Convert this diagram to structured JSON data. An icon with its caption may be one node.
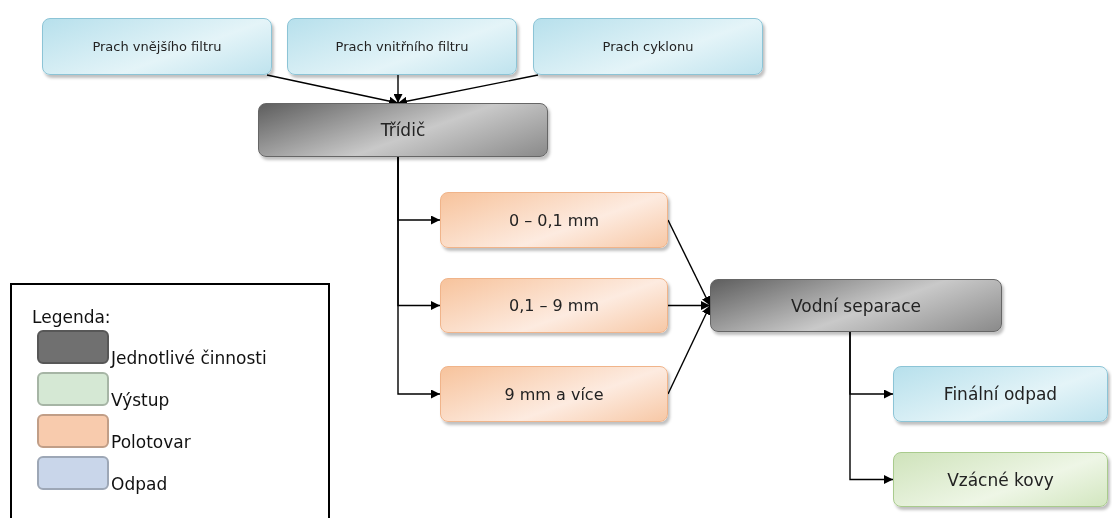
{
  "diagram": {
    "nodes": [
      {
        "text": [
          "Prach vnějšího filtru"
        ]
      },
      {
        "text": [
          "Prach vnitřního filtru"
        ]
      },
      {
        "text": [
          "Prach cyklonu"
        ]
      },
      {
        "text": [
          "Třídič"
        ]
      },
      {
        "text": [
          "0 – 0,1 mm"
        ]
      },
      {
        "text": [
          "0,1 – 9 mm"
        ]
      },
      {
        "text": [
          "9 mm a více"
        ]
      },
      {
        "text": [
          "Vodní separace"
        ]
      },
      {
        "text": [
          "Finální odpad"
        ]
      },
      {
        "text": [
          "Vzácné kovy"
        ]
      }
    ],
    "edges": [
      {
        "from": 0,
        "to": 3,
        "arrow": "to"
      },
      {
        "from": 1,
        "to": 3,
        "arrow": "to"
      },
      {
        "from": 2,
        "to": 3,
        "arrow": "to"
      },
      {
        "from": 3,
        "to": 4,
        "arrow": "to"
      },
      {
        "from": 3,
        "to": 5,
        "arrow": "to"
      },
      {
        "from": 3,
        "to": 6,
        "arrow": "to"
      },
      {
        "from": 4,
        "to": 7,
        "arrow": "to"
      },
      {
        "from": 5,
        "to": 7,
        "arrow": "to"
      },
      {
        "from": 6,
        "to": 7,
        "arrow": "to"
      },
      {
        "from": 7,
        "to": 8,
        "arrow": "to"
      },
      {
        "from": 7,
        "to": 9,
        "arrow": "to"
      }
    ],
    "labels": [
      "Legenda:"
    ],
    "legend": [
      {
        "text": "Jednotlivé činnosti",
        "color": "#707070"
      },
      {
        "text": "Výstup",
        "color": "#d5e8d4"
      },
      {
        "text": "Polotovar",
        "color": "#f8cbad"
      },
      {
        "text": "Odpad",
        "color": "#c9d6ea"
      }
    ]
  }
}
